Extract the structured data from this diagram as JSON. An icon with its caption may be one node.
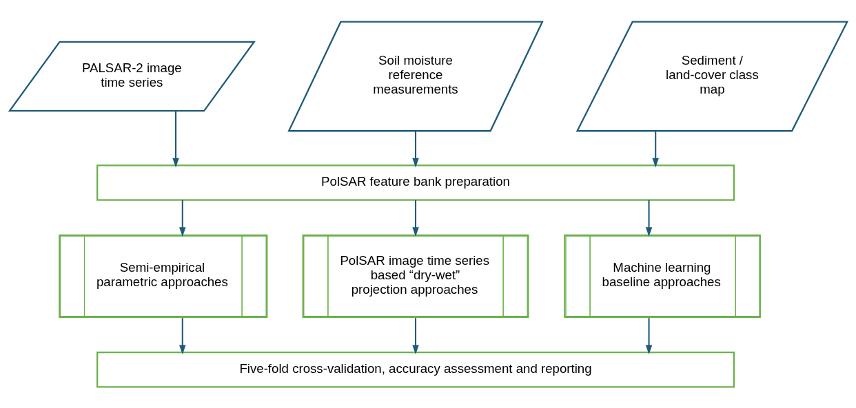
{
  "diagram": {
    "nodes": [
      {
        "text": [
          "PALSAR-2 image time series"
        ]
      },
      {
        "text": [
          "Soil moisture reference measurements"
        ]
      },
      {
        "text": [
          "Sediment / land-cover class map"
        ]
      },
      {
        "text": [
          "PolSAR feature bank preparation"
        ]
      },
      {
        "text": [
          "Semi-empirical parametric approaches"
        ]
      },
      {
        "text": [
          "PolSAR image time series based “dry-wet” projection approaches"
        ]
      },
      {
        "text": [
          "Machine learning baseline approaches"
        ]
      },
      {
        "text": [
          "Five-fold cross-validation, accuracy assessment and reporting"
        ]
      }
    ],
    "edges": [
      {
        "from": 0,
        "to": 3,
        "arrow": "to"
      },
      {
        "from": 1,
        "to": 3,
        "arrow": "to"
      },
      {
        "from": 2,
        "to": 3,
        "arrow": "to"
      },
      {
        "from": 3,
        "to": 4,
        "arrow": "to"
      },
      {
        "from": 3,
        "to": 5,
        "arrow": "to"
      },
      {
        "from": 3,
        "to": 6,
        "arrow": "to"
      },
      {
        "from": 4,
        "to": 7,
        "arrow": "to"
      },
      {
        "from": 5,
        "to": 7,
        "arrow": "to"
      },
      {
        "from": 6,
        "to": 7,
        "arrow": "to"
      }
    ]
  }
}
